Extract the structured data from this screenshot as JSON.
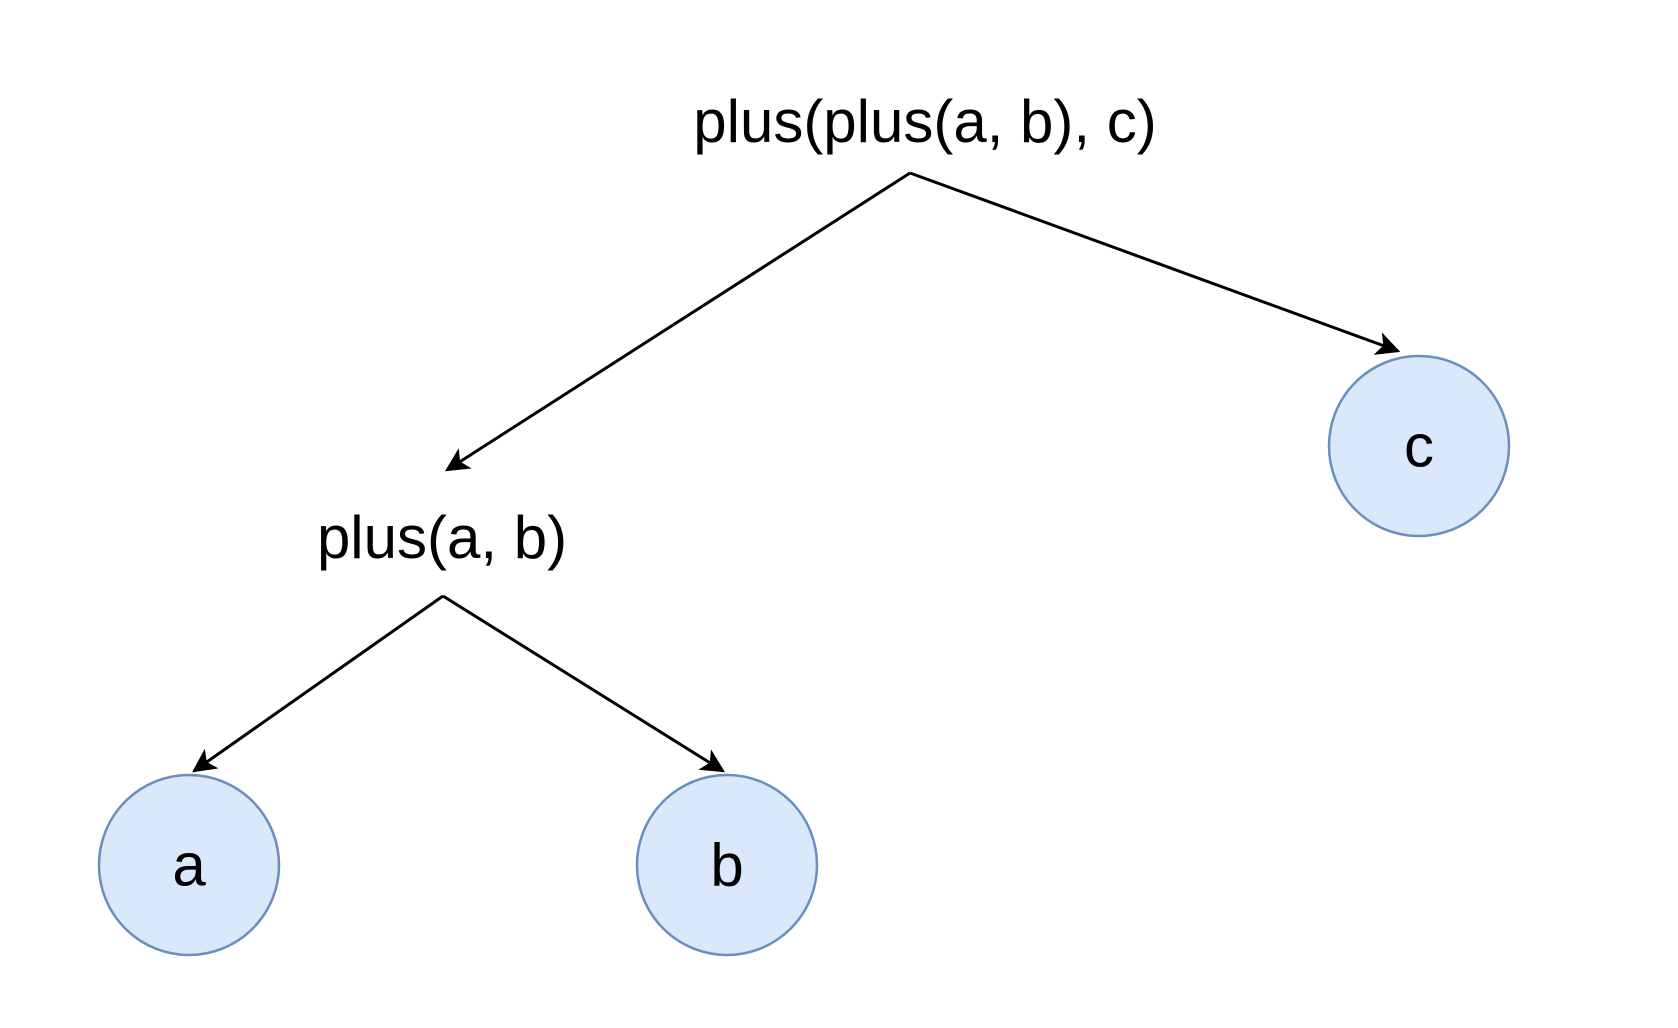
{
  "diagram": {
    "kind": "expression-tree",
    "nodes": [
      {
        "id": "root",
        "label": "plus(plus(a, b), c)",
        "shape": "text-label"
      },
      {
        "id": "plus-ab",
        "label": "plus(a, b)",
        "shape": "text-label"
      },
      {
        "id": "a",
        "label": "a",
        "shape": "circle"
      },
      {
        "id": "b",
        "label": "b",
        "shape": "circle"
      },
      {
        "id": "c",
        "label": "c",
        "shape": "circle"
      }
    ],
    "edges": [
      {
        "from": "root",
        "to": "plus-ab"
      },
      {
        "from": "root",
        "to": "c"
      },
      {
        "from": "plus-ab",
        "to": "a"
      },
      {
        "from": "plus-ab",
        "to": "b"
      }
    ],
    "colors": {
      "background": "#ffffff",
      "circle_fill": "#dae8fc",
      "circle_stroke": "#6c8ebf",
      "edge": "#000000",
      "text": "#000000"
    }
  }
}
